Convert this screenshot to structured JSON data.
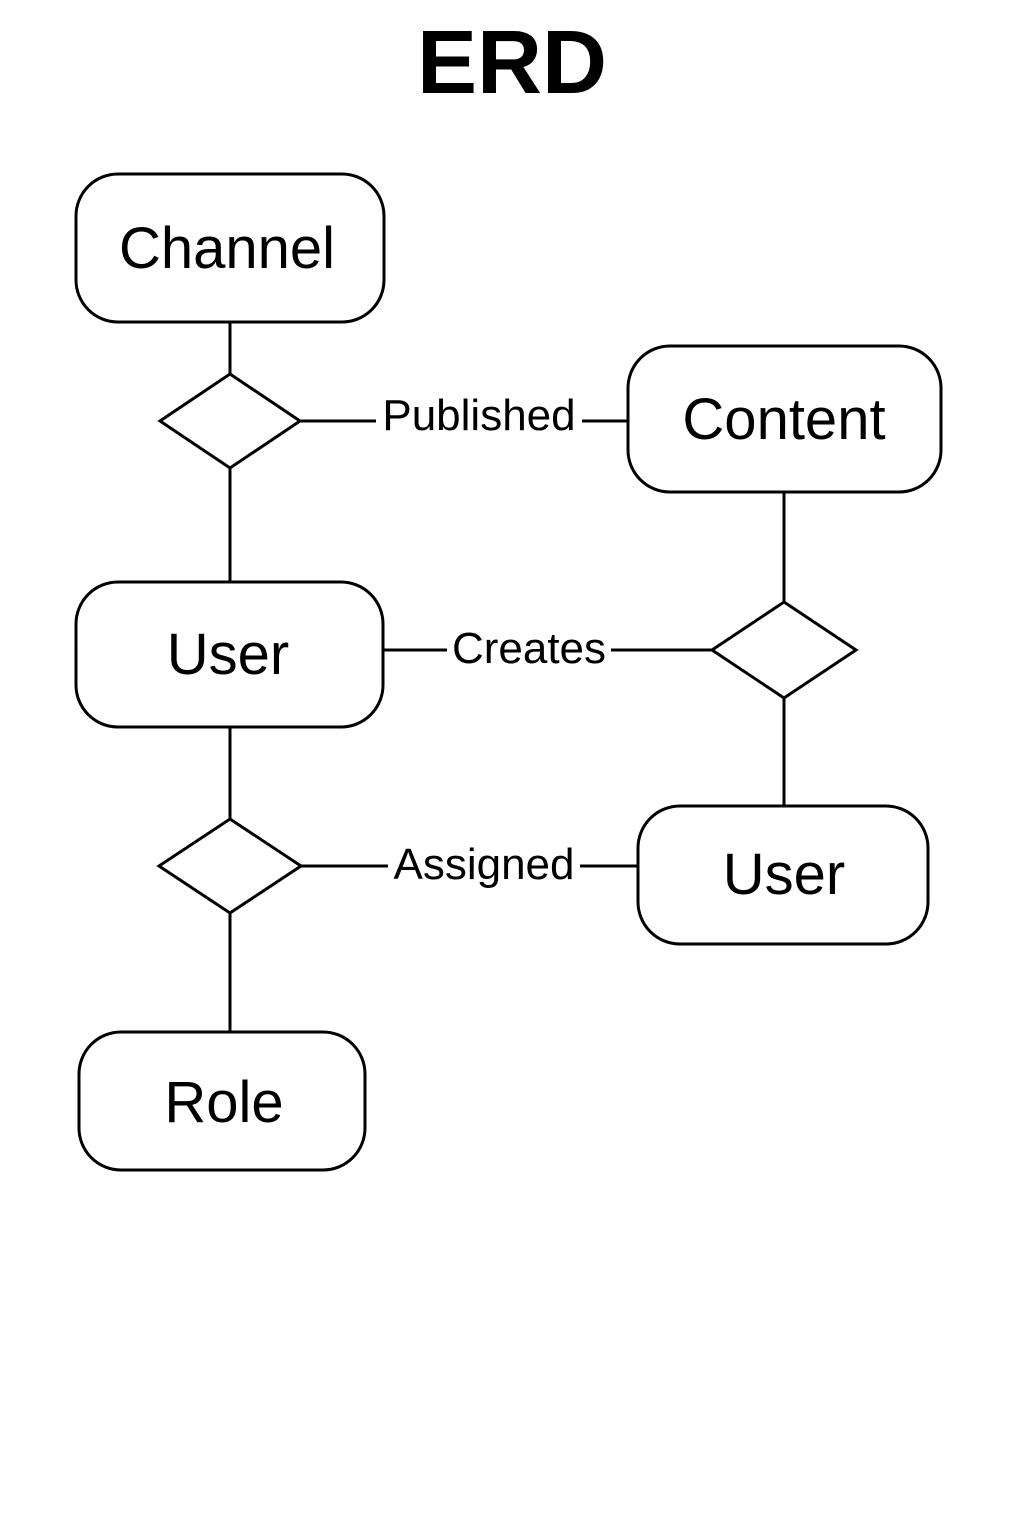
{
  "diagram": {
    "title": "ERD",
    "entities": {
      "channel": "Channel",
      "content": "Content",
      "user_left": "User",
      "user_right": "User",
      "role": "Role"
    },
    "relationships": {
      "published": "Published",
      "creates": "Creates",
      "assigned": "Assigned"
    }
  }
}
